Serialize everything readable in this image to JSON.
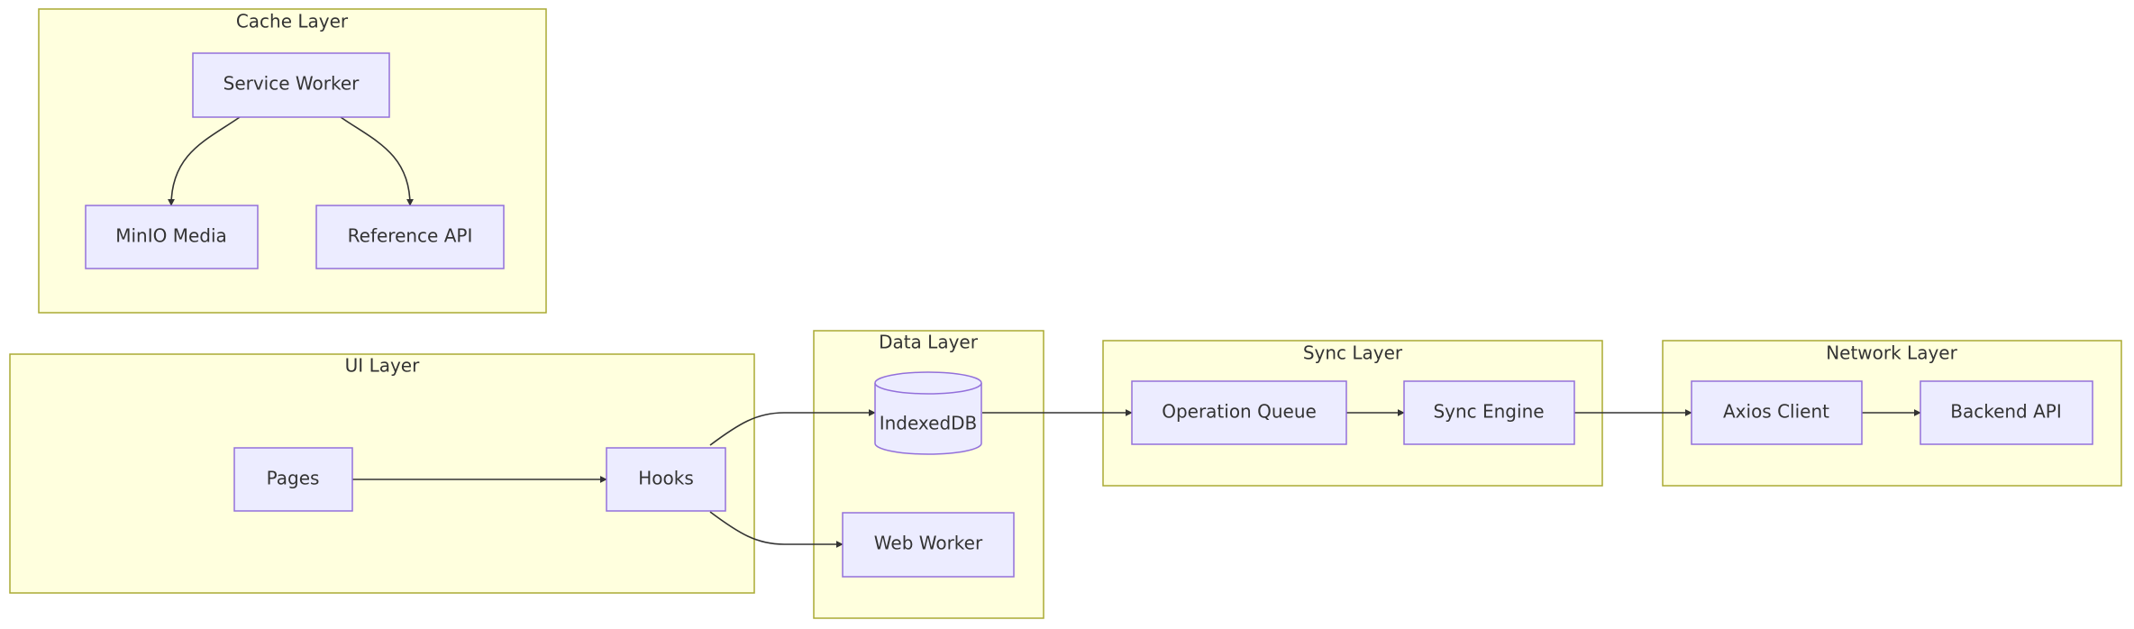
{
  "clusters": {
    "cache": {
      "title": "Cache Layer"
    },
    "ui": {
      "title": "UI Layer"
    },
    "data": {
      "title": "Data Layer"
    },
    "sync": {
      "title": "Sync Layer"
    },
    "network": {
      "title": "Network Layer"
    }
  },
  "nodes": {
    "service_worker": "Service Worker",
    "minio_media": "MinIO Media",
    "reference_api": "Reference API",
    "pages": "Pages",
    "hooks": "Hooks",
    "indexeddb": "IndexedDB",
    "web_worker": "Web Worker",
    "operation_queue": "Operation Queue",
    "sync_engine": "Sync Engine",
    "axios_client": "Axios Client",
    "backend_api": "Backend API"
  },
  "colors": {
    "cluster_fill": "#ffffde",
    "cluster_stroke": "#aaaa33",
    "node_fill": "#ececff",
    "node_stroke": "#9370db",
    "edge": "#333333"
  }
}
